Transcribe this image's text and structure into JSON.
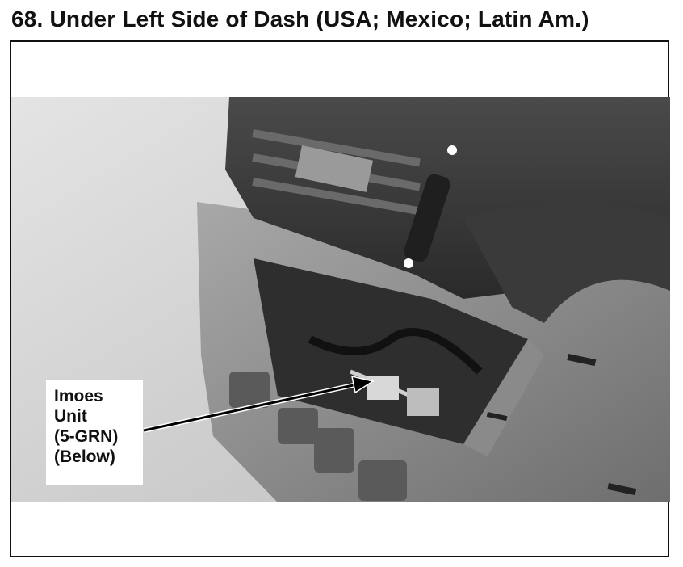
{
  "title": "68. Under Left Side of Dash (USA; Mexico; Latin Am.)",
  "photo": {
    "subject": "dashboard-interior"
  },
  "callout": {
    "lines": [
      "Imoes",
      "Unit",
      "(5-GRN)",
      "(Below)"
    ]
  }
}
